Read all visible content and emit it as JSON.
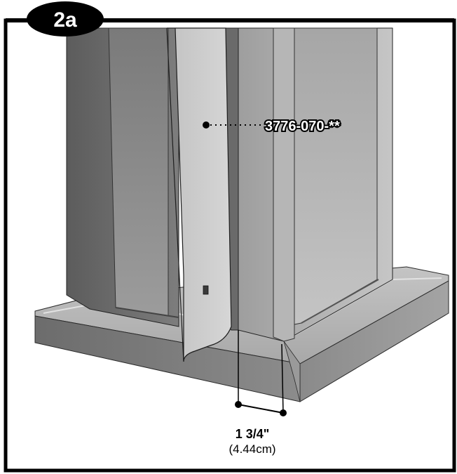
{
  "step": {
    "label": "2a"
  },
  "callout": {
    "part_number": "3776-070-**"
  },
  "dimension": {
    "imperial": "1 3/4\"",
    "metric": "(4.44cm)"
  },
  "colors": {
    "frame": "#000000",
    "base_top": "#b9b9b9",
    "base_front": "#7c7c7c",
    "column_dark": "#6e6e6e",
    "panel": "#9a9a9a",
    "plate": "#c9c9c9"
  }
}
